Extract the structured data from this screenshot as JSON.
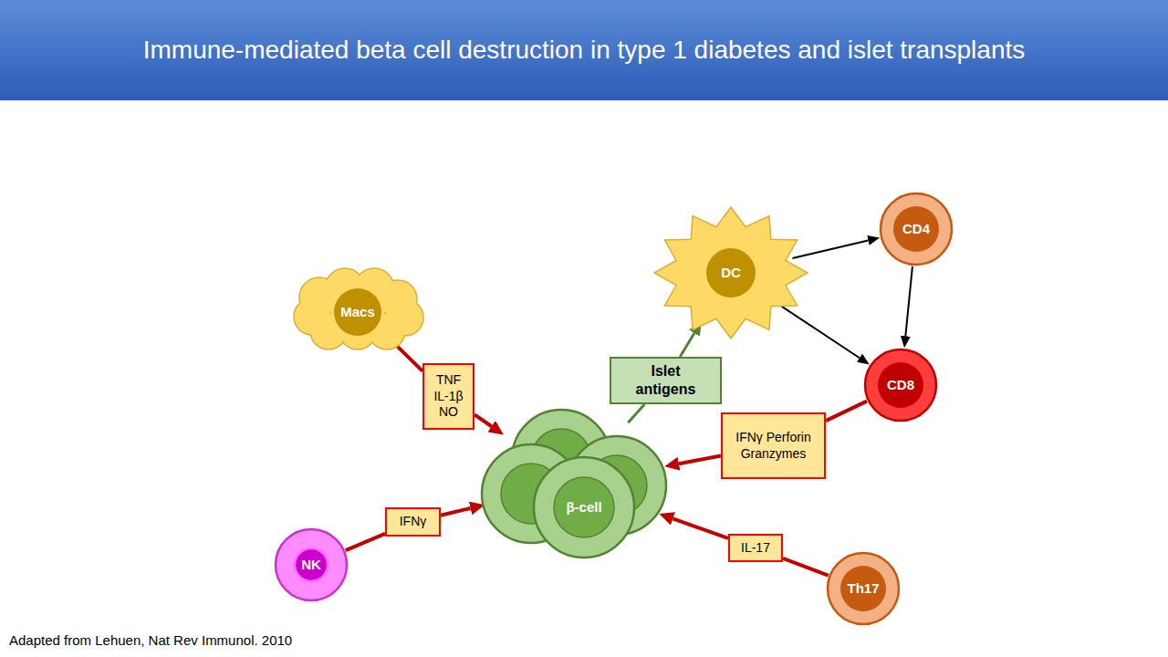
{
  "diagram": {
    "title": "Immune-mediated beta cell destruction in type 1 diabetes and islet transplants",
    "caption": "Adapted from Lehuen, Nat Rev Immunol. 2010",
    "nodes": [
      {
        "text": [
          "Macs"
        ]
      },
      {
        "text": [
          "DC"
        ]
      },
      {
        "text": [
          "CD4"
        ]
      },
      {
        "text": [
          "TNF IL-1β NO"
        ]
      },
      {
        "text": [
          "Islet antigens"
        ]
      },
      {
        "text": [
          "CD8"
        ]
      },
      {
        "text": [
          "IFNγ Perforin Granzymes"
        ]
      },
      {
        "text": [
          "β-cell"
        ]
      },
      {
        "text": [
          "IFNγ"
        ]
      },
      {
        "text": [
          "IL-17"
        ]
      },
      {
        "text": [
          "NK"
        ]
      },
      {
        "text": [
          "Th17"
        ]
      }
    ],
    "edges": [
      {
        "from": 0,
        "to": 3,
        "arrow": "none"
      },
      {
        "from": 3,
        "to": 7,
        "arrow": "to"
      },
      {
        "from": 7,
        "to": 4,
        "arrow": "none"
      },
      {
        "from": 4,
        "to": 1,
        "arrow": "to"
      },
      {
        "from": 1,
        "to": 2,
        "arrow": "to"
      },
      {
        "from": 1,
        "to": 5,
        "arrow": "to"
      },
      {
        "from": 2,
        "to": 5,
        "arrow": "to"
      },
      {
        "from": 5,
        "to": 6,
        "arrow": "none"
      },
      {
        "from": 6,
        "to": 7,
        "arrow": "to"
      },
      {
        "from": 10,
        "to": 8,
        "arrow": "none"
      },
      {
        "from": 8,
        "to": 7,
        "arrow": "to"
      },
      {
        "from": 11,
        "to": 9,
        "arrow": "none"
      },
      {
        "from": 9,
        "to": 7,
        "arrow": "to"
      }
    ]
  }
}
